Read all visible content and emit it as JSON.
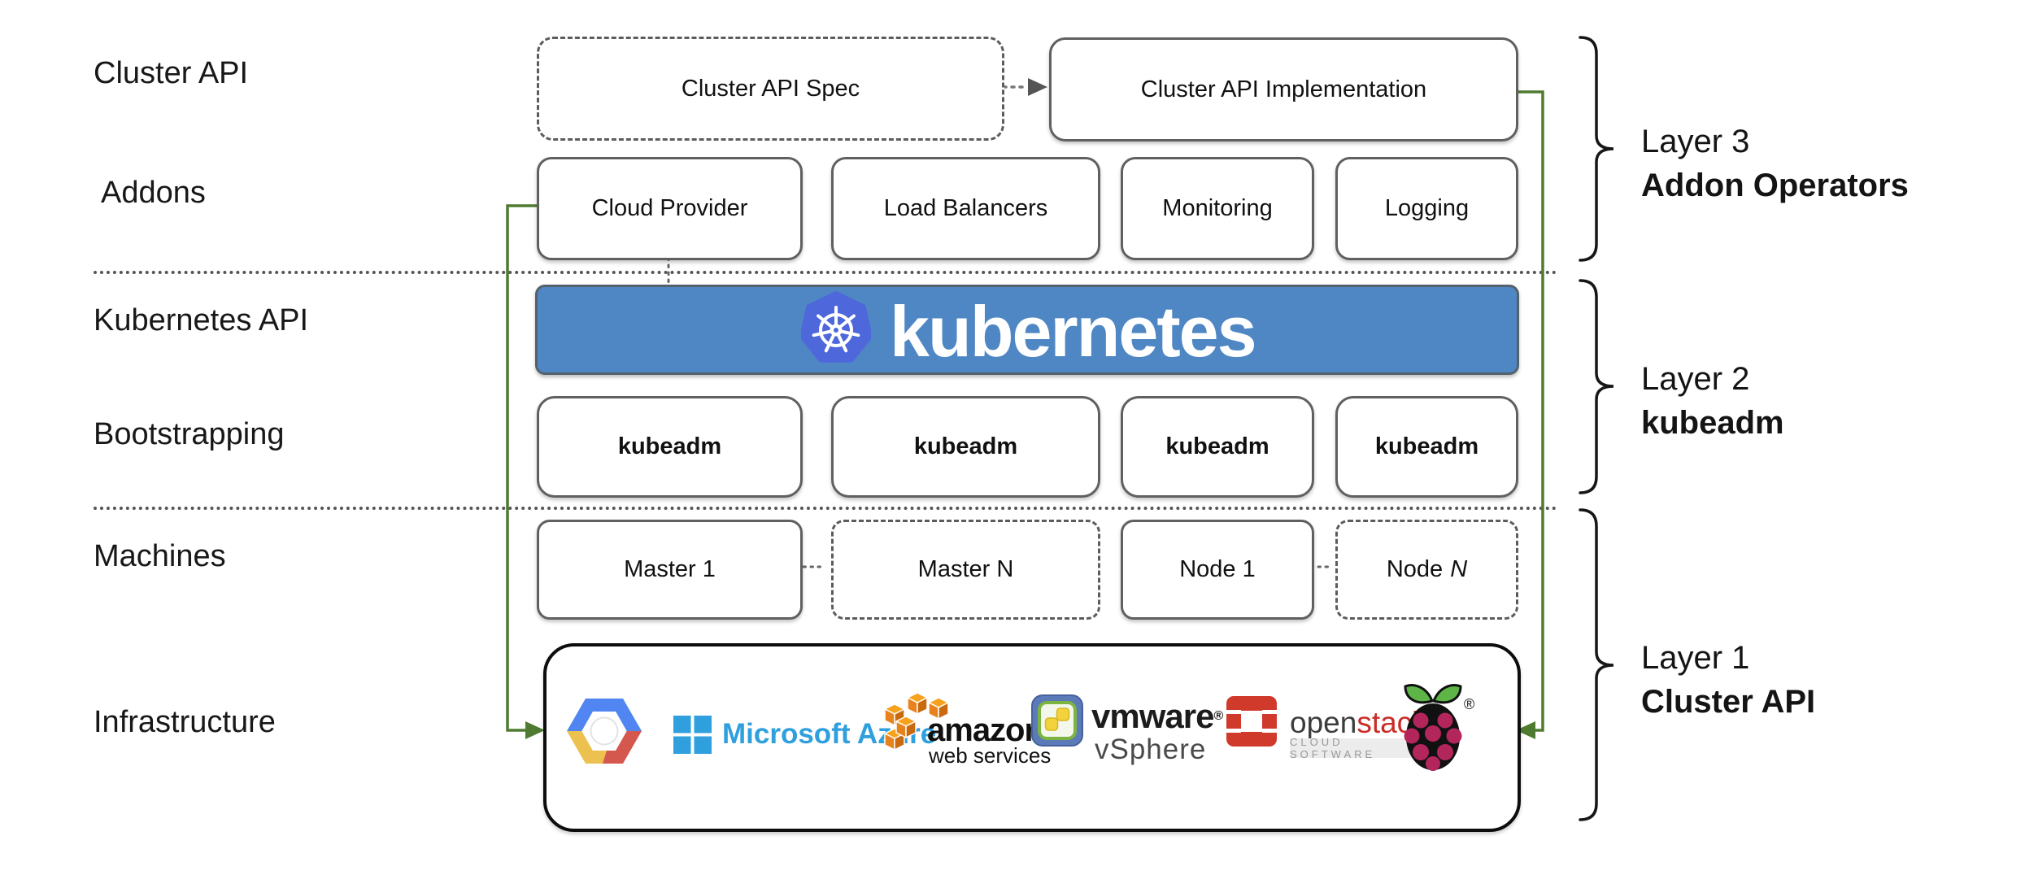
{
  "row_labels": {
    "cluster_api": "Cluster API",
    "addons": "Addons",
    "kubernetes_api": "Kubernetes API",
    "bootstrapping": "Bootstrapping",
    "machines": "Machines",
    "infrastructure": "Infrastructure"
  },
  "cluster_api_row": {
    "spec_label": "Cluster API Spec",
    "implementation_label": "Cluster API Implementation"
  },
  "addons_row": {
    "boxes": [
      "Cloud Provider",
      "Load Balancers",
      "Monitoring",
      "Logging"
    ]
  },
  "kubernetes_banner": {
    "wordmark": "kubernetes",
    "logo": "kubernetes-wheel-icon"
  },
  "bootstrapping_row": {
    "boxes": [
      "kubeadm",
      "kubeadm",
      "kubeadm",
      "kubeadm"
    ]
  },
  "machines_row": {
    "master_1": "Master 1",
    "master_n": "Master N",
    "node_1": "Node 1",
    "node_n_prefix": "Node",
    "node_n_suffix": "N"
  },
  "infrastructure_row": {
    "providers": [
      {
        "name": "google-cloud-platform"
      },
      {
        "name": "microsoft-azure",
        "label": "Microsoft Azure"
      },
      {
        "name": "amazon-web-services",
        "label": "amazon",
        "sublabel": "web services"
      },
      {
        "name": "vmware-vsphere",
        "label": "vmware",
        "registered": "®",
        "sublabel": "vSphere"
      },
      {
        "name": "openstack",
        "label_open": "open",
        "label_stack": "stack",
        "trademark": "™",
        "sublabel": "CLOUD SOFTWARE"
      },
      {
        "name": "raspberry-pi",
        "registered": "®"
      }
    ]
  },
  "layer_labels": [
    {
      "line1": "Layer 3",
      "line2": "Addon Operators"
    },
    {
      "line1": "Layer 2",
      "line2": "kubeadm"
    },
    {
      "line1": "Layer 1",
      "line2": "Cluster API"
    }
  ],
  "colors": {
    "banner_blue": "#4f86c4",
    "kubernetes_logo_blue": "#4e68dc",
    "connector_green": "#4f7b31",
    "box_border_gray": "#606060",
    "bracket_black": "#161616",
    "azure_blue": "#2fa0dd",
    "aws_orange_top": "#f6a21d",
    "aws_orange_side": "#e8821c",
    "vmware_icon_blue": "#5b7ab8",
    "vmware_icon_green": "#7cb442",
    "vmware_icon_yellow": "#f2d23d",
    "openstack_red": "#cf3a2b",
    "raspberry_magenta": "#b3265c",
    "rpi_leaf_green": "#5eb547",
    "gcp_blue": "#5186f2",
    "gcp_red": "#d5584e",
    "gcp_yellow": "#edc14f"
  }
}
